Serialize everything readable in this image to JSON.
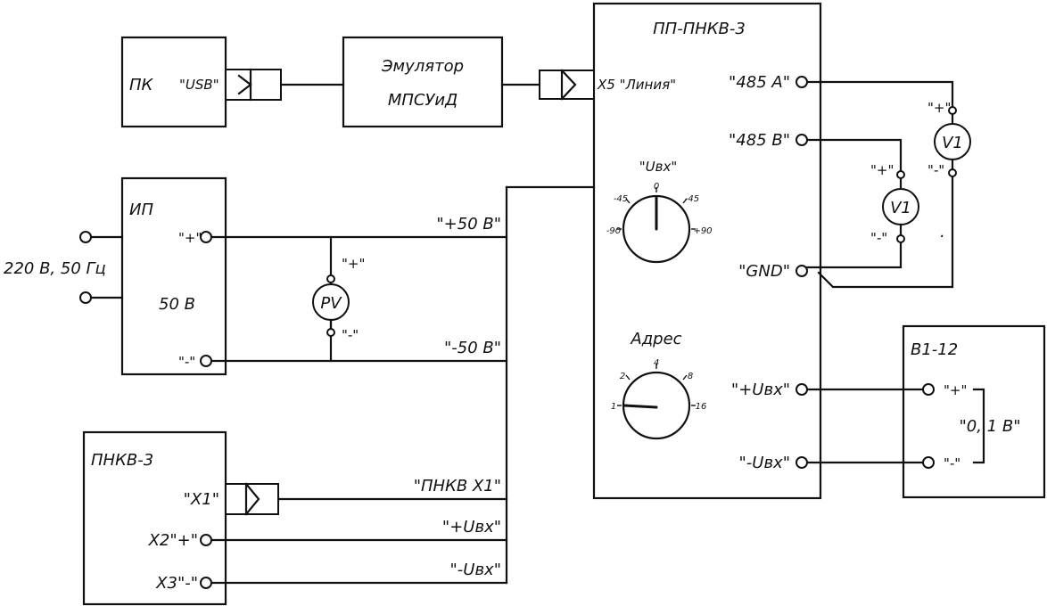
{
  "pc": {
    "label": "ПК",
    "port": "\"USB\""
  },
  "emulator": {
    "line1": "Эмулятор",
    "line2": "МПСУиД"
  },
  "pp": {
    "title": "ПП-ПНКВ-3",
    "x5": "Х5 \"Линия\"",
    "a485": "\"485 А\"",
    "b485": "\"485 В\"",
    "gnd": "\"GND\"",
    "plus_uvx": "\"+Uвх\"",
    "minus_uvx": "\"-Uвх\""
  },
  "uvx_knob": {
    "label": "\"Uвх\"",
    "t0": "0",
    "t45n": "-45",
    "t45p": "-45",
    "t90": "-90",
    "t90p": "+90"
  },
  "addr_knob": {
    "label": "Адрес",
    "t4": "4",
    "t2": "2",
    "t8": "8",
    "t1": "1",
    "t16": "16"
  },
  "psu": {
    "label": "ИП",
    "plus": "\"+\"",
    "minus": "\"-\"",
    "voltage": "50 В",
    "mains": "220 В, 50 Гц"
  },
  "rails": {
    "plus50": "\"+50 В\"",
    "minus50": "\"-50 В\""
  },
  "pv": {
    "label": "PV",
    "plus": "\"+\"",
    "minus": "\"-\""
  },
  "v1a": {
    "label": "V1",
    "plus": "\"+\"",
    "minus": "\"-\""
  },
  "v1b": {
    "label": "V1",
    "plus": "\"+\"",
    "minus": "\"-\""
  },
  "pnkv": {
    "title": "ПНКВ-3",
    "x1": "\"Х1\"",
    "x2": "Х2\"+\"",
    "x3": "Х3\"-\""
  },
  "wires": {
    "pnkv_x1": "\"ПНКВ Х1\"",
    "plus_uvx": "\"+Uвх\"",
    "minus_uvx": "\"-Uвх\""
  },
  "b1": {
    "title": "В1-12",
    "plus": "\"+\"",
    "minus": "\"-\"",
    "range": "\"0, 1 В\""
  },
  "misc": {
    "dot": "."
  }
}
